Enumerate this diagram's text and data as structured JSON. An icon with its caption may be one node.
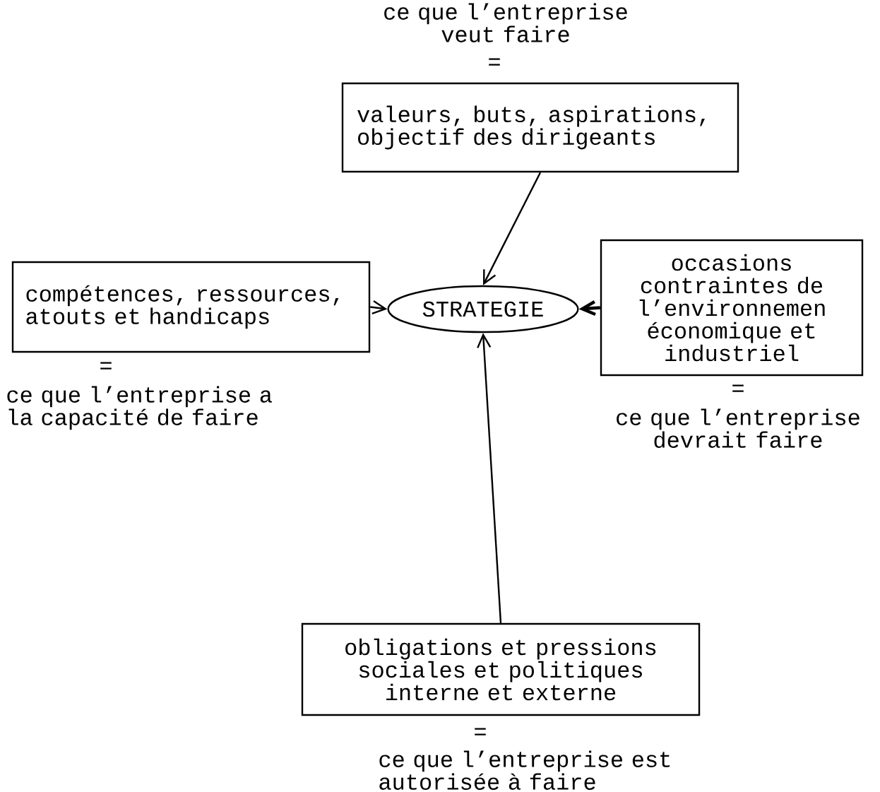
{
  "diagram": {
    "nodes": [
      {
        "text": [
          "valeurs, buts, aspirations, objectif des dirigeants"
        ],
        "beside": [
          "ce que l’entreprise veut faire",
          "="
        ]
      },
      {
        "text": [
          "compétences, ressources, atouts et handicaps"
        ],
        "beside": [
          "=",
          "ce que l’entreprise a la capacité de faire"
        ]
      },
      {
        "text": [
          "STRATEGIE"
        ]
      },
      {
        "text": [
          "occasions contraintes de l’environnemen économique et industriel"
        ],
        "beside": [
          "=",
          "ce que l’entreprise devrait faire"
        ]
      },
      {
        "text": [
          "obligations et pressions sociales et politiques interne et externe"
        ],
        "beside": [
          "=",
          "ce que l’entreprise est autorisée à faire"
        ]
      }
    ],
    "edges": [
      {
        "from": 0,
        "to": 2,
        "arrow": "to"
      },
      {
        "from": 1,
        "to": 2,
        "arrow": "to"
      },
      {
        "from": 3,
        "to": 2,
        "arrow": "to",
        "style": "thick"
      },
      {
        "from": 4,
        "to": 2,
        "arrow": "to"
      }
    ]
  }
}
